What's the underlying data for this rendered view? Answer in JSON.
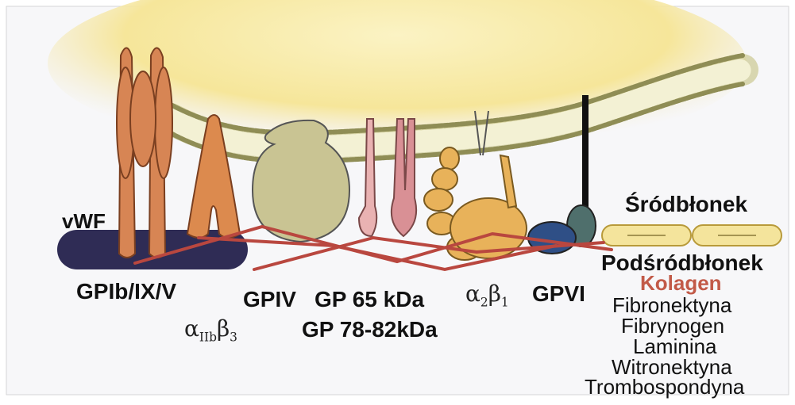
{
  "labels": {
    "vwf": "vWF",
    "gpib": "GPIb/IX/V",
    "gpiv": "GPIV",
    "gp65": "GP 65 kDa",
    "gp78": "GP 78-82kDa",
    "a2b1_alpha": "α",
    "a2b1_alpha_sub": "2",
    "a2b1_beta": "β",
    "a2b1_beta_sub": "1",
    "aIIb_alpha": "α",
    "aIIb_alpha_sub": "IIb",
    "aIIb_beta": "β",
    "aIIb_beta_sub": "3",
    "gpvi": "GPVI",
    "srodblonek": "Śródbłonek",
    "podsrodblonek": "Podśródbłonek",
    "kolagen": "Kolagen",
    "fibronektyna": "Fibronektyna",
    "fibrynogen": "Fibrynogen",
    "laminina": "Laminina",
    "witronektyna": "Witronektyna",
    "trombospondyna": "Trombospondyna"
  },
  "colors": {
    "background": "#f7f7f9",
    "platelet_glow": "#f8ea9e",
    "membrane": "#d9d78c",
    "collagen": "#b9473f",
    "vwf": "#2f2c55",
    "gpib": "#d78554",
    "aIIb": "#dc8a4e",
    "gpiv": "#c9c493",
    "gp65": "#e9b2b2",
    "gp78": "#d99095",
    "a2b1": "#e8b25a",
    "gpvi_blue": "#2f4f86",
    "gpvi_teal": "#4f6f6c",
    "endothelium": "#f4e49c",
    "kolagen_text": "#c25a48"
  }
}
